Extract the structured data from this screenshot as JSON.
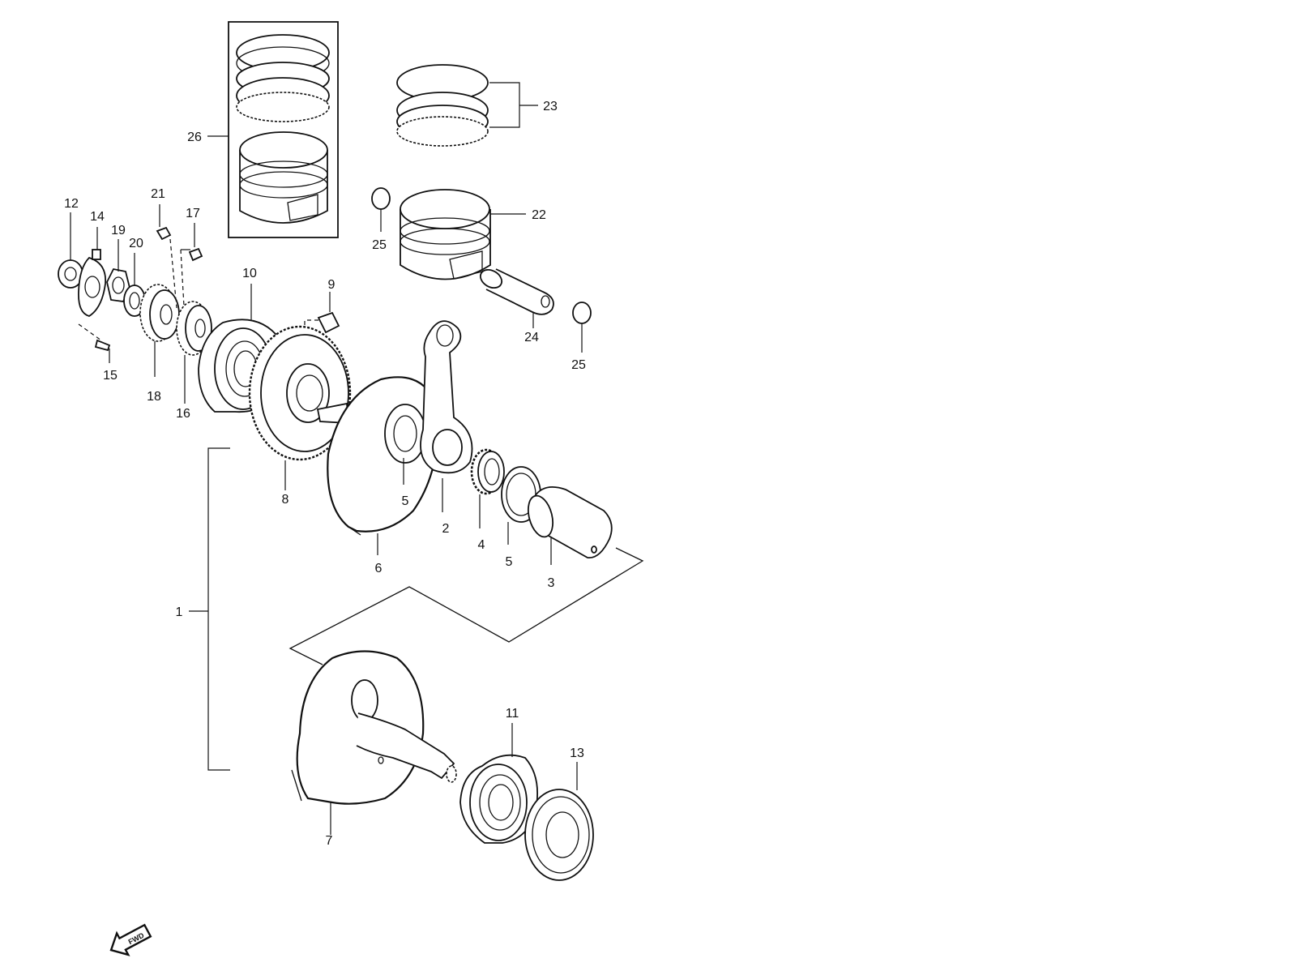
{
  "diagram": {
    "callouts": [
      "1",
      "2",
      "3",
      "4",
      "5",
      "5",
      "6",
      "7",
      "8",
      "9",
      "10",
      "11",
      "12",
      "13",
      "14",
      "15",
      "16",
      "17",
      "18",
      "19",
      "20",
      "21",
      "22",
      "23",
      "24",
      "25",
      "25",
      "26"
    ],
    "fwd_label": "FWD"
  }
}
